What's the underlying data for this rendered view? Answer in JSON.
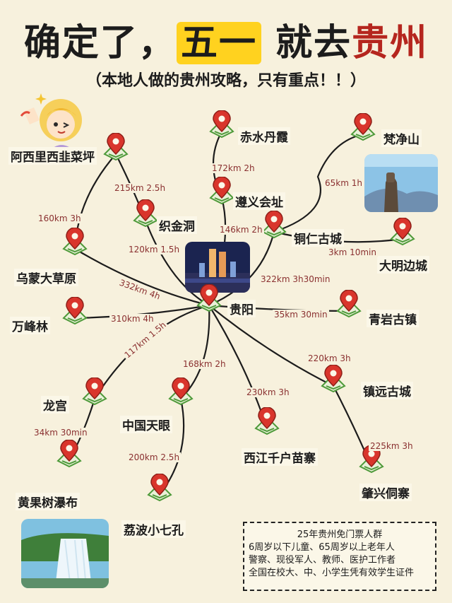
{
  "header": {
    "title_part1": "确定了，",
    "title_highlight": "五一",
    "title_part2": " 就去",
    "title_red": "贵州",
    "subtitle": "（本地人做的贵州攻略，只有重点！！）"
  },
  "places": {
    "guiyang": "贵阳",
    "chishui": "赤水丹霞",
    "zunyi": "遵义会址",
    "fanjing": "梵净山",
    "tongren": "铜仁古城",
    "daming": "大明边城",
    "qingyan": "青岩古镇",
    "zhenyuan": "镇远古城",
    "zhaoxing": "肇兴侗寨",
    "xijiang": "西江千户苗寨",
    "libo": "荔波小七孔",
    "tianyan": "中国天眼",
    "longgong": "龙宫",
    "huangguoshu": "黄果树瀑布",
    "wanfenglin": "万峰林",
    "wumeng": "乌蒙大草原",
    "azi": "阿西里西韭菜坪",
    "zhijin": "织金洞"
  },
  "distances": {
    "chishui": "172km 2h",
    "zunyi": "146km 2h",
    "fanjing": "65km 1h",
    "daming": "3km 10min",
    "tongren": "322km 3h30min",
    "qingyan": "35km 30min",
    "zhenyuan": "220km 3h",
    "zhaoxing": "225km 3h",
    "xijiang": "230km 3h",
    "tianyan": "168km 2h",
    "libo": "200km 2.5h",
    "longgong": "117km 1.5h",
    "huangguoshu": "34km 30min",
    "wanfenglin": "310km 4h",
    "wumeng": "332km 4h",
    "azi": "215km 2.5h",
    "wumeng_azi": "160km 3h",
    "zhijin": "120km 1.5h"
  },
  "notice": {
    "title": "25年贵州免门票人群",
    "line1": "6周岁以下儿童、65周岁以上老年人",
    "line2": "警察、现役军人、教师、医护工作者",
    "line3": "全国在校大、中、小学生凭有效学生证件"
  },
  "colors": {
    "background": "#f7f1dd",
    "pin": "#d9352c",
    "base": "#4e9a3a",
    "route": "#1c1c1c",
    "highlight": "#ffd21f",
    "title_red": "#b5261e"
  }
}
